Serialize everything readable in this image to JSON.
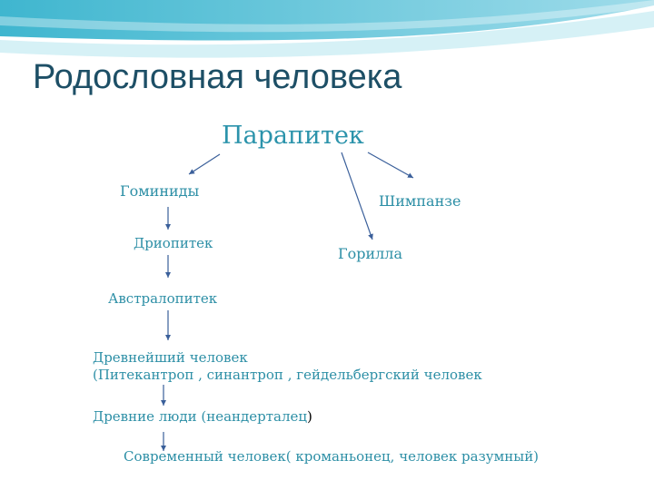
{
  "slide": {
    "title": "Родословная человека",
    "accent_color": "#2d8fa6",
    "title_color": "#1d4f66"
  },
  "tree": {
    "root": "Парапитек",
    "hominids": "Гоминиды",
    "chimpanzee": "Шимпанзе",
    "gorilla": "Горилла",
    "dryopithecus": "Дриопитек",
    "australopithecus": "Австралопитек",
    "ancient_human": "Древнейший человек",
    "ancient_human_examples": "(Питекантроп , синантроп , гейдельбергский человек",
    "ancient_people": "Древние люди (неандерталец",
    "ancient_people_close": ")",
    "modern_human": "Современный человек( кроманьонец, человек разумный)"
  }
}
